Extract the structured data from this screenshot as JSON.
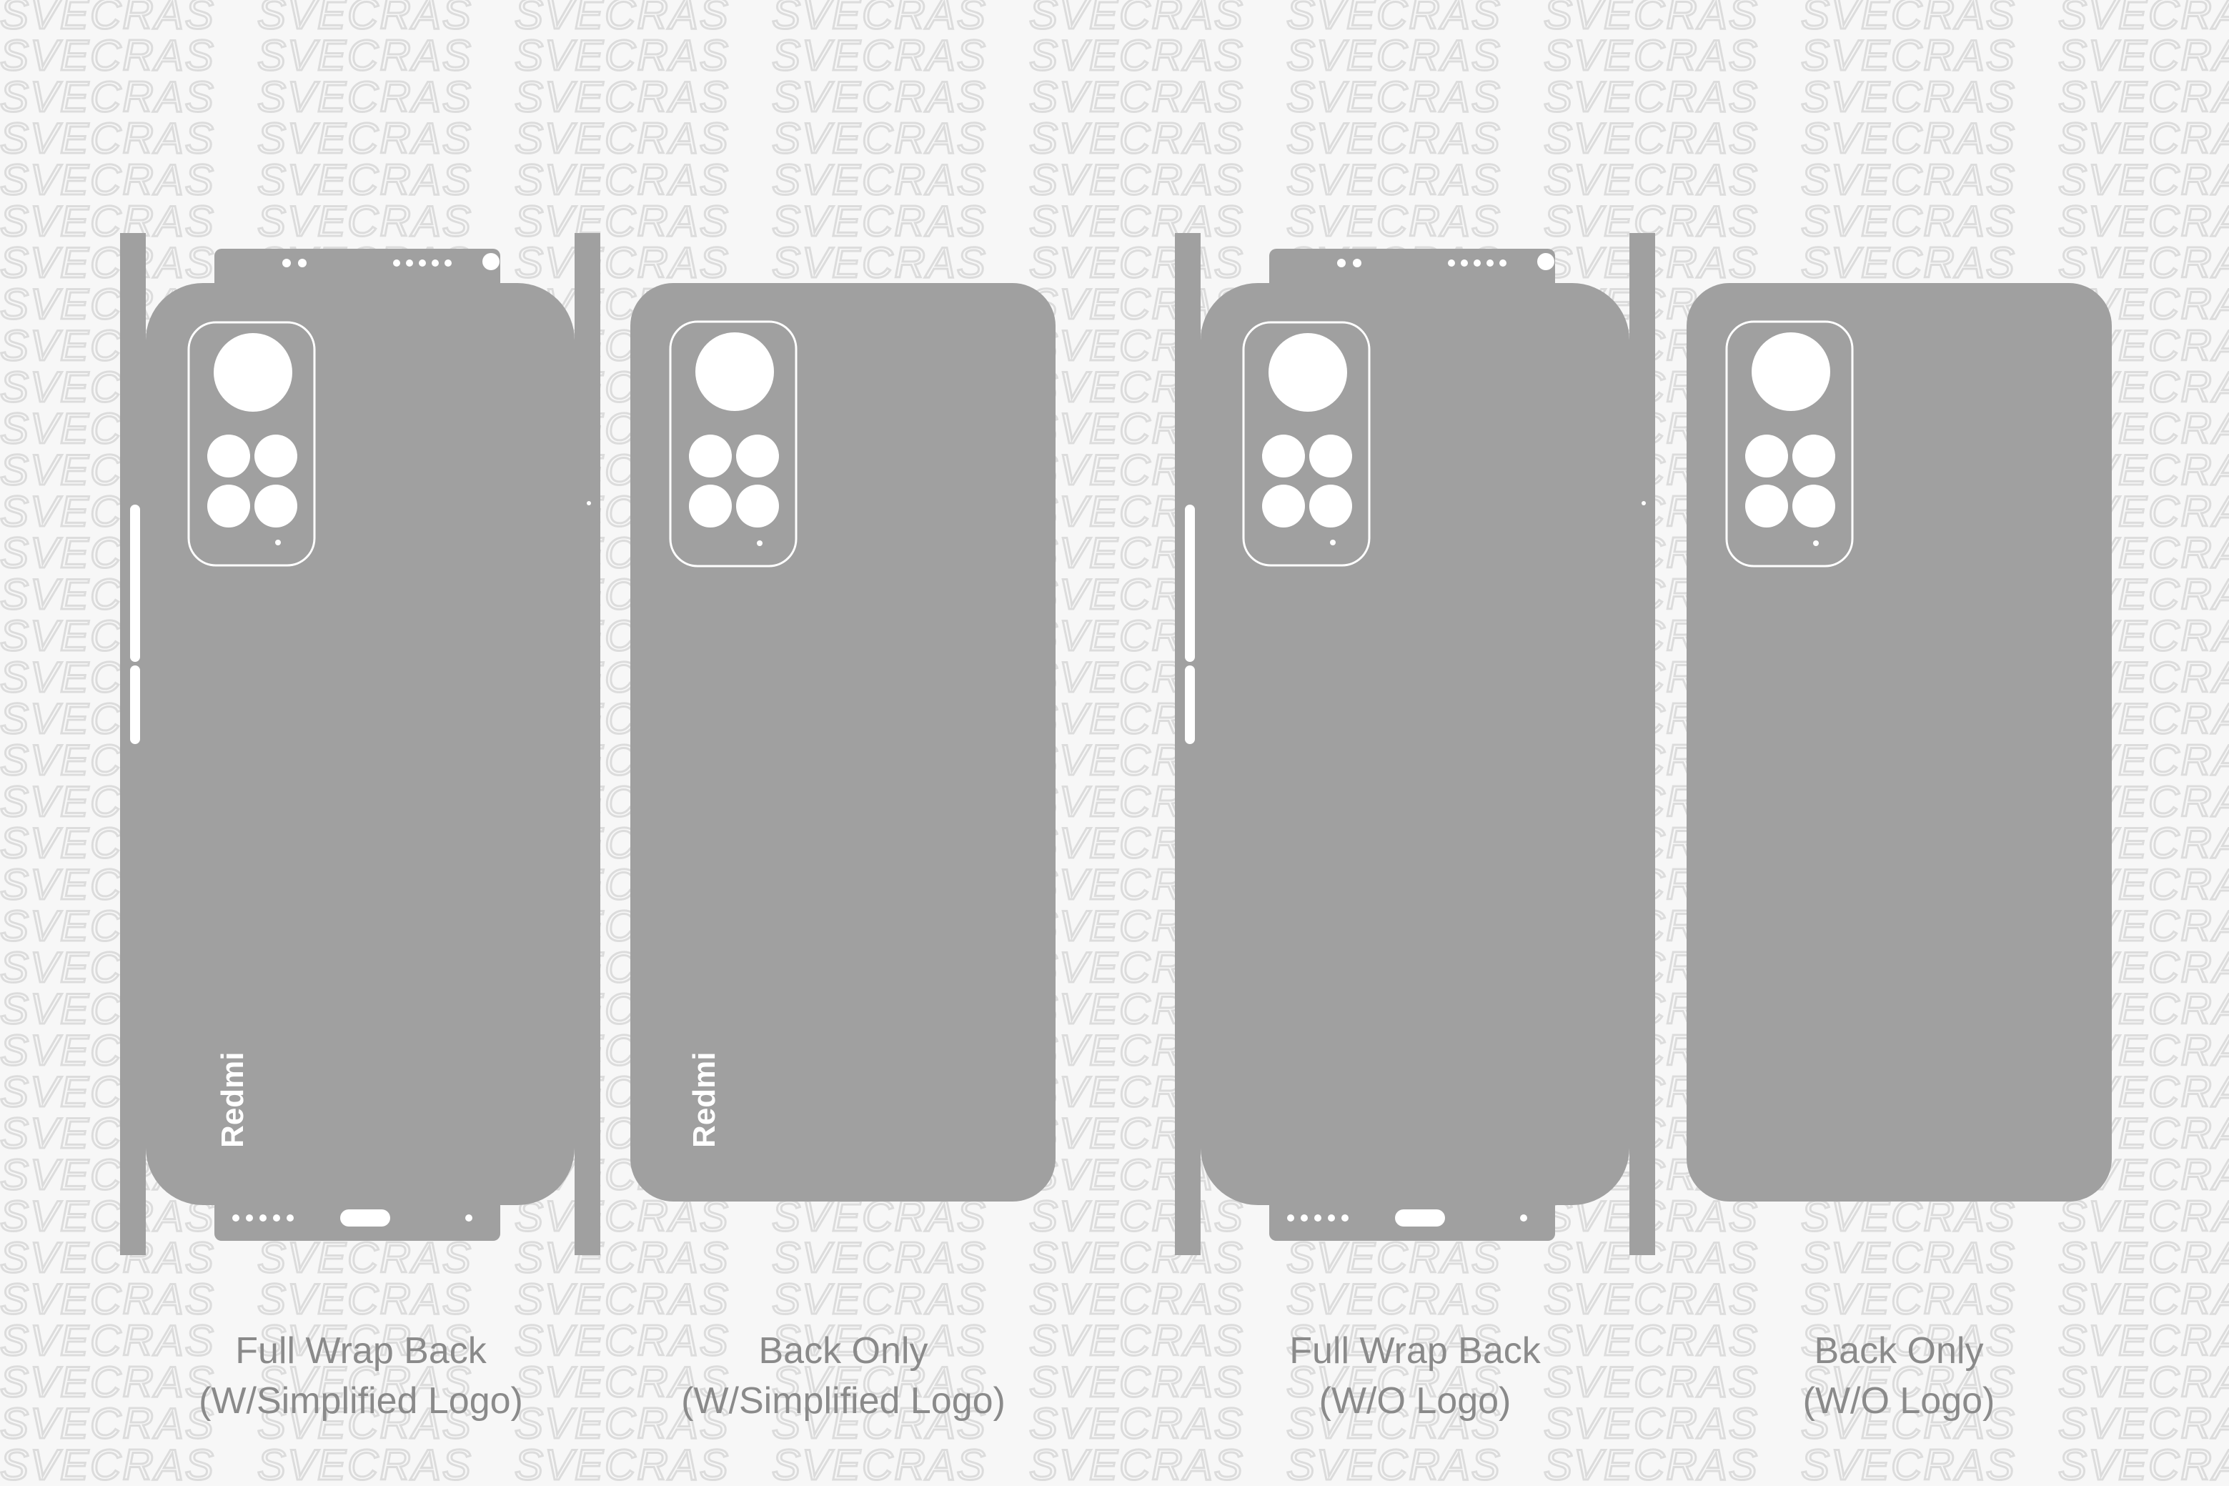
{
  "watermark": {
    "text": "SVECRAS",
    "color": "#dcdcdc"
  },
  "colors": {
    "skin": "#a0a0a0",
    "cutout": "#ffffff",
    "caption": "#8a8a8a",
    "background": "#f7f7f7"
  },
  "templates": [
    {
      "variant": "full-wrap",
      "logo": "simplified",
      "logo_text": "Redmi",
      "caption_line1": "Full Wrap Back",
      "caption_line2": "(W/Simplified Logo)"
    },
    {
      "variant": "back-only",
      "logo": "simplified",
      "logo_text": "Redmi",
      "caption_line1": "Back Only",
      "caption_line2": "(W/Simplified Logo)"
    },
    {
      "variant": "full-wrap",
      "logo": "none",
      "caption_line1": "Full Wrap Back",
      "caption_line2": "(W/O Logo)"
    },
    {
      "variant": "back-only",
      "logo": "none",
      "caption_line1": "Back Only",
      "caption_line2": "(W/O Logo)"
    }
  ]
}
